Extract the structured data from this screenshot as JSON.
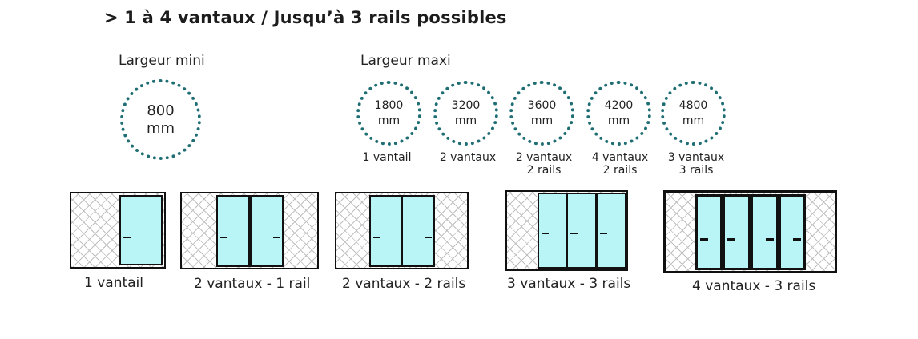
{
  "title": "> 1 à 4 vantaux / Jusqu’à 3 rails possibles",
  "mini": {
    "label": "Largeur mini",
    "value": "800",
    "unit": "mm"
  },
  "maxi": {
    "label": "Largeur maxi",
    "items": [
      {
        "value": "1800",
        "unit": "mm",
        "cap1": "1 vantail",
        "cap2": ""
      },
      {
        "value": "3200",
        "unit": "mm",
        "cap1": "2 vantaux",
        "cap2": ""
      },
      {
        "value": "3600",
        "unit": "mm",
        "cap1": "2 vantaux",
        "cap2": "2 rails"
      },
      {
        "value": "4200",
        "unit": "mm",
        "cap1": "4 vantaux",
        "cap2": "2 rails"
      },
      {
        "value": "4800",
        "unit": "mm",
        "cap1": "3 vantaux",
        "cap2": "3 rails"
      }
    ]
  },
  "diagrams": [
    {
      "label": "1 vantail"
    },
    {
      "label": "2 vantaux - 1 rail"
    },
    {
      "label": "2 vantaux - 2 rails"
    },
    {
      "label": "3 vantaux - 3 rails"
    },
    {
      "label": "4 vantaux - 3 rails"
    }
  ],
  "colors": {
    "dots": "#1f6e73",
    "glass": "#b9f5f7",
    "frame": "#111111"
  }
}
